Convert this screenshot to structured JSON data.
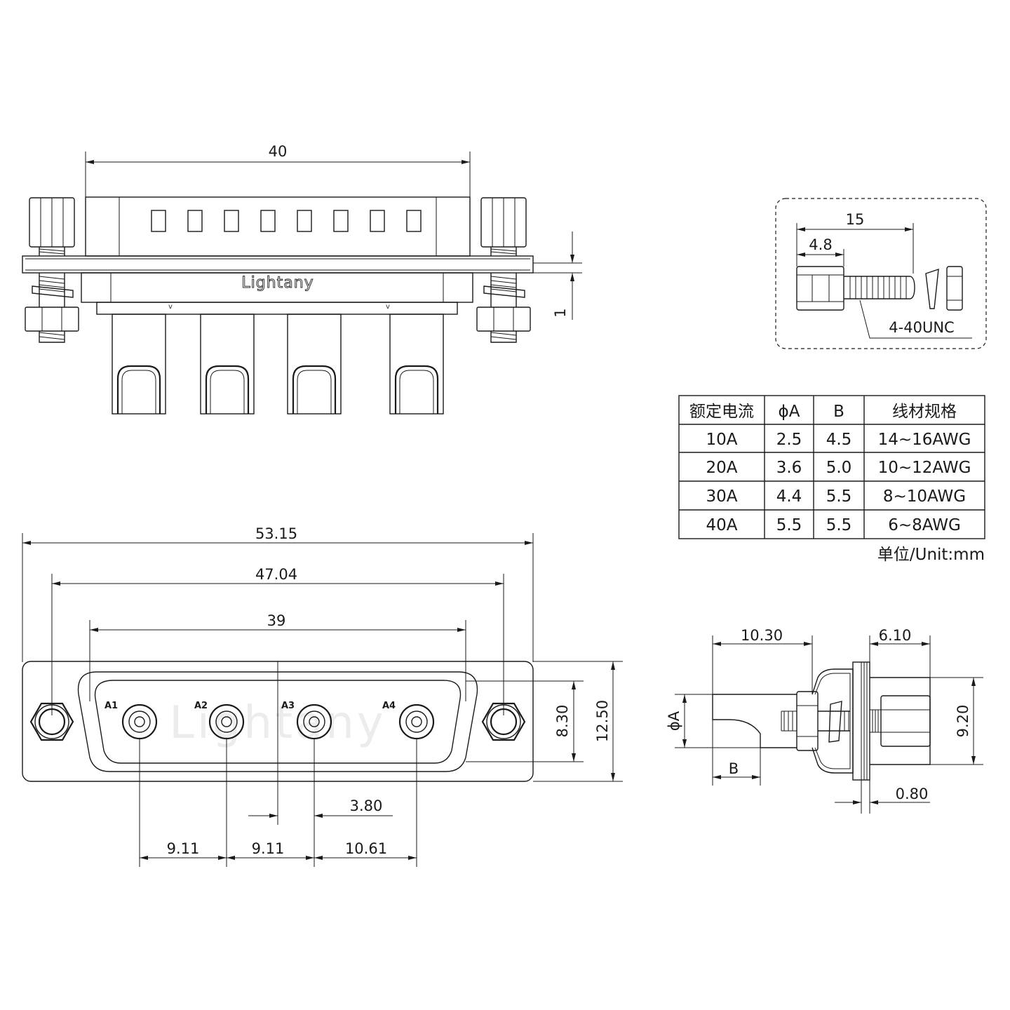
{
  "front_view": {
    "width_dim": "40",
    "height_dim": "1",
    "brand": "Lightany"
  },
  "screw_detail": {
    "length_dim": "15",
    "head_dim": "4.8",
    "thread": "4-40UNC"
  },
  "spec_table": {
    "headers": [
      "额定电流",
      "ϕA",
      "B",
      "线材规格"
    ],
    "rows": [
      [
        "10A",
        "2.5",
        "4.5",
        "14~16AWG"
      ],
      [
        "20A",
        "3.6",
        "5.0",
        "10~12AWG"
      ],
      [
        "30A",
        "4.4",
        "5.5",
        "8~10AWG"
      ],
      [
        "40A",
        "5.5",
        "5.5",
        "6~8AWG"
      ]
    ],
    "unit_note": "单位/Unit:mm"
  },
  "bottom_view": {
    "overall_width": "53.15",
    "mount_spacing": "47.04",
    "shell_width": "39",
    "inner_height": "8.30",
    "outer_height": "12.50",
    "center_offset": "3.80",
    "pitch_1": "9.11",
    "pitch_2": "9.11",
    "pitch_3": "10.61",
    "pin_labels": [
      "A1",
      "A2",
      "A3",
      "A4"
    ],
    "watermark": "Lightany"
  },
  "side_view": {
    "length_dim": "10.30",
    "flange_dim": "6.10",
    "height_dim": "9.20",
    "panel_dim": "0.80",
    "dia_label": "ϕA",
    "b_label": "B"
  }
}
